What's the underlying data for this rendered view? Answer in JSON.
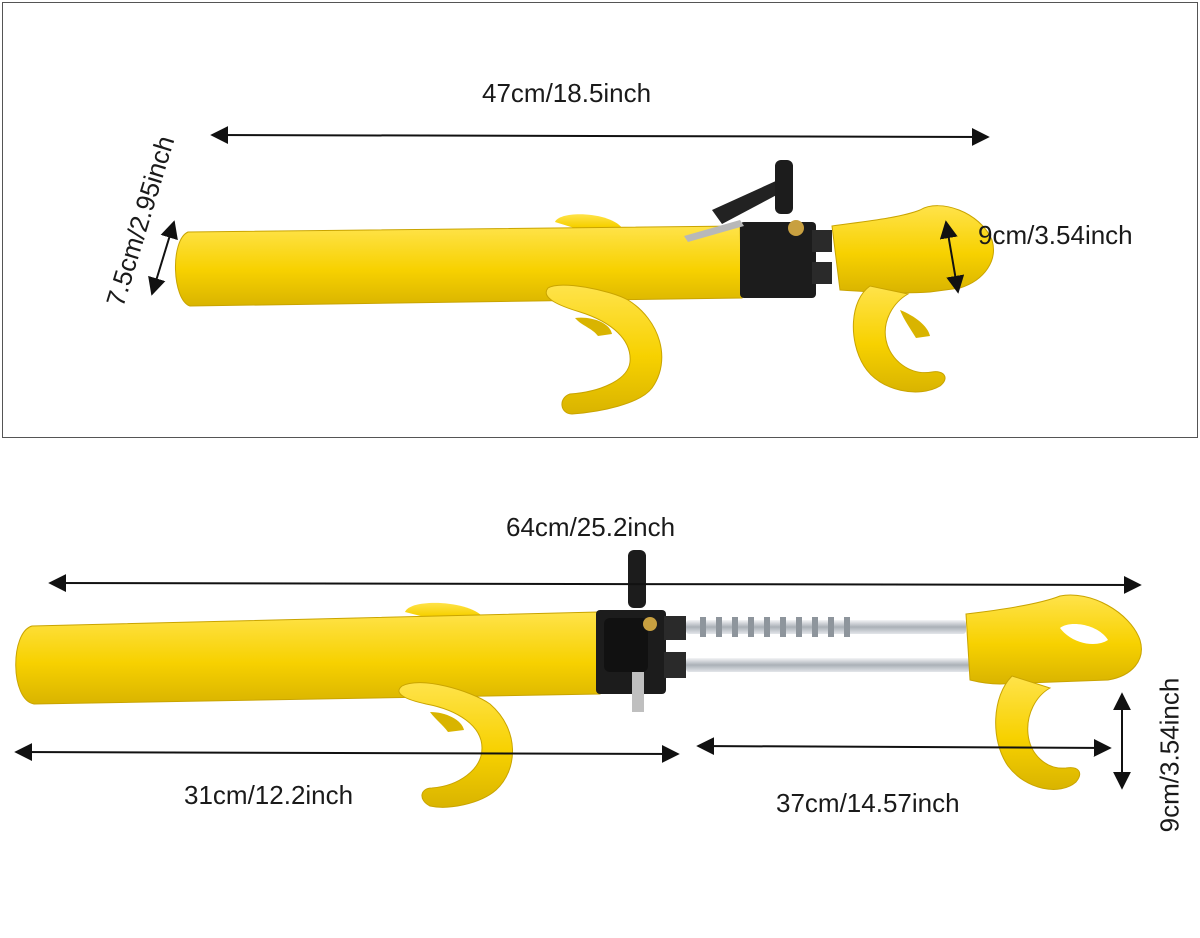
{
  "colors": {
    "body": "#f7d100",
    "body_shade": "#d9b400",
    "body_light": "#ffe34a",
    "lock_black": "#1c1c1c",
    "chrome": "#c9cdd2",
    "arrow": "#111111",
    "frame": "#555555"
  },
  "top_view": {
    "length_label": "47cm/18.5inch",
    "width_label": "7.5cm/2.95inch",
    "hook_label": "9cm/3.54inch"
  },
  "bottom_view": {
    "extended_length_label": "64cm/25.2inch",
    "handle_length_label": "31cm/12.2inch",
    "extension_length_label": "37cm/14.57inch",
    "hook_label": "9cm/3.54inch"
  }
}
